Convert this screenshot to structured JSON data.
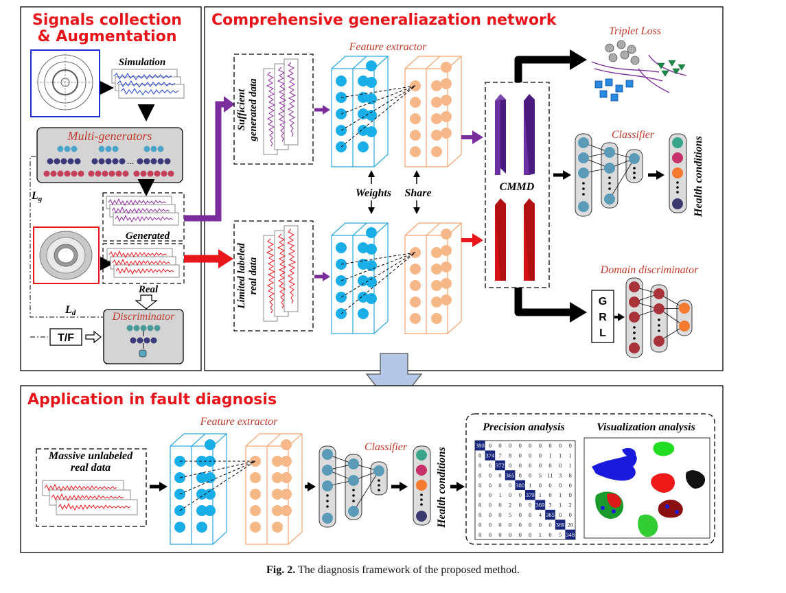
{
  "panel_signals": {
    "title_line1": "Signals collection",
    "title_line2": "& Augmentation",
    "simulation": "Simulation",
    "multi_generators": "Multi-generators",
    "generated": "Generated",
    "real": "Real",
    "discriminator": "Discriminator",
    "tf": "T/F",
    "lg_main": "L",
    "lg_sub": "g",
    "ld_main": "L",
    "ld_sub": "d"
  },
  "panel_network": {
    "title": "Comprehensive generaliazation network",
    "feature_extractor": "Feature extractor",
    "sufficient_line1": "Sufficient",
    "sufficient_line2": "generated data",
    "limited_line1": "Limited labeled",
    "limited_line2": "real data",
    "weights": "Weights",
    "share": "Share",
    "cmmd": "CMMD",
    "triplet_loss": "Triplet Loss",
    "classifier": "Classifier",
    "health_conditions": "Health conditions",
    "domain_discriminator": "Domain discriminator",
    "grl": [
      "G",
      "R",
      "L"
    ]
  },
  "panel_application": {
    "title": "Application in fault diagnosis",
    "feature_extractor": "Feature extractor",
    "classifier": "Classifier",
    "massive_line1": "Massive unlabeled",
    "massive_line2": "real data",
    "health_conditions": "Health conditions",
    "precision_analysis": "Precision analysis",
    "visualization_analysis": "Visualization analysis",
    "confusion_matrix": [
      [
        "380",
        "0",
        "0",
        "0",
        "0",
        "0",
        "0",
        "0",
        "0",
        "0"
      ],
      [
        "0",
        "374",
        "7",
        "8",
        "0",
        "0",
        "0",
        "1",
        "1",
        "1"
      ],
      [
        "0",
        "6",
        "372",
        "0",
        "0",
        "0",
        "0",
        "0",
        "0",
        "1"
      ],
      [
        "0",
        "0",
        "0",
        "365",
        "0",
        "0",
        "5",
        "11",
        "3",
        "8"
      ],
      [
        "0",
        "0",
        "0",
        "0",
        "380",
        "1",
        "0",
        "0",
        "0",
        "0"
      ],
      [
        "0",
        "0",
        "1",
        "0",
        "0",
        "379",
        "1",
        "0",
        "1",
        "0"
      ],
      [
        "0",
        "0",
        "0",
        "2",
        "0",
        "0",
        "369",
        "3",
        "1",
        "2"
      ],
      [
        "0",
        "0",
        "0",
        "5",
        "0",
        "0",
        "4",
        "365",
        "0",
        "0"
      ],
      [
        "0",
        "0",
        "0",
        "0",
        "0",
        "0",
        "0",
        "0",
        "369",
        "20"
      ],
      [
        "0",
        "0",
        "0",
        "0",
        "0",
        "0",
        "1",
        "0",
        "5",
        "348"
      ]
    ]
  },
  "caption": {
    "label": "Fig. 2.",
    "text": "The diagnosis framework of the proposed method."
  },
  "colors": {
    "title_red": "#e8151b",
    "cyan": "#29a8e0",
    "peach": "#f5b88f",
    "purple": "#7b2d9c",
    "red": "#e8151b",
    "matrix_dark": "#17267a",
    "node_teal": "#5b9bb8"
  }
}
